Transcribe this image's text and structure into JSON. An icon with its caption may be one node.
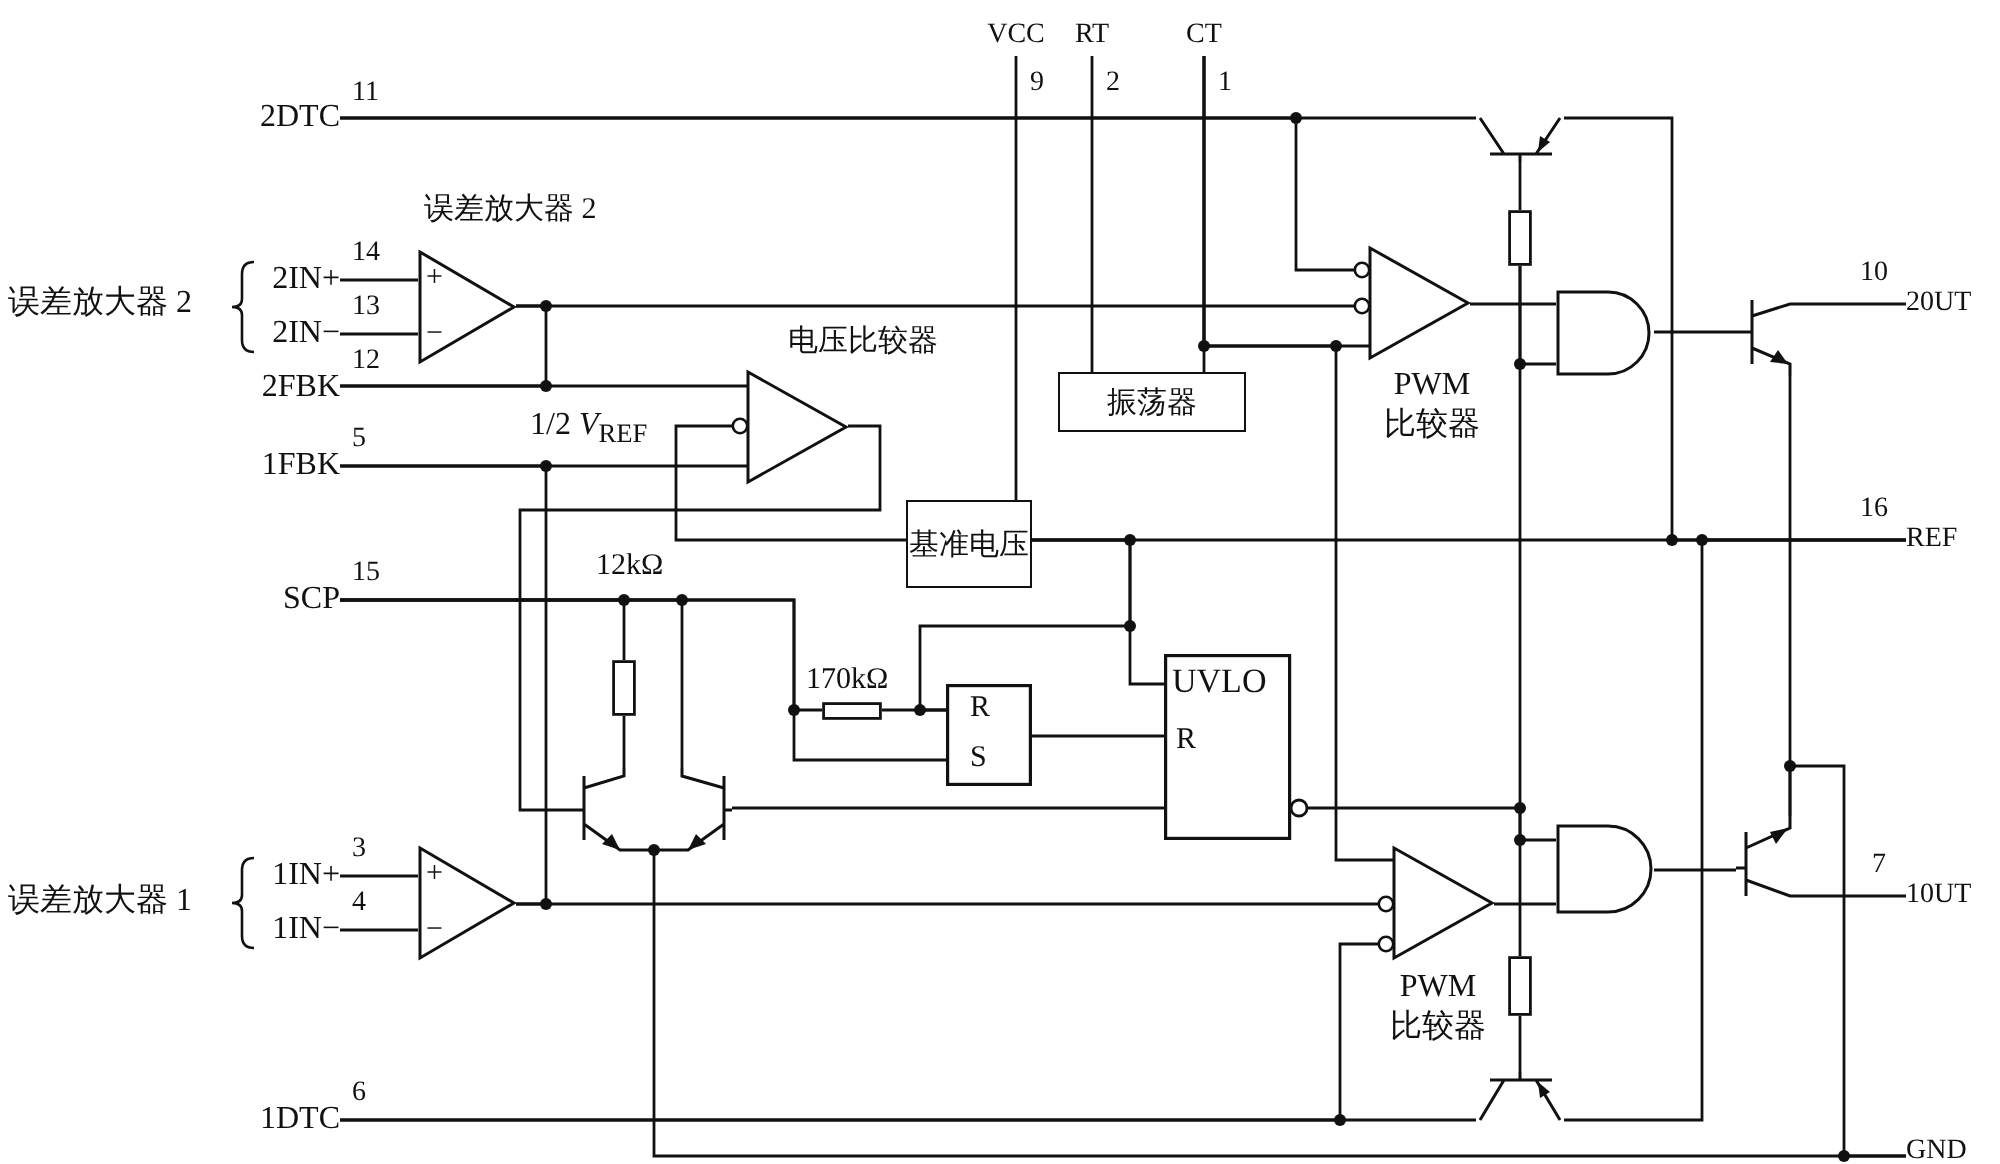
{
  "diagram": {
    "nodes": [
      {
        "text": [
          "2DTC"
        ],
        "beside": [
          "11"
        ]
      },
      {
        "text": [
          "VCC"
        ],
        "beside": [
          "9"
        ]
      },
      {
        "text": [
          "RT"
        ],
        "beside": [
          "2"
        ]
      },
      {
        "text": [
          "CT"
        ],
        "beside": [
          "1"
        ]
      },
      {
        "text": [
          "+",
          "−"
        ],
        "beside": [
          "误差放大器 2"
        ]
      },
      {
        "text": [
          "2IN+"
        ],
        "beside": [
          "14"
        ]
      },
      {
        "text": [
          "2IN−"
        ],
        "beside": [
          "13"
        ]
      },
      {
        "text": [
          "2FBK"
        ],
        "beside": [
          "12"
        ]
      },
      {
        "text": [
          "1FBK"
        ],
        "beside": [
          "5"
        ]
      },
      {
        "text": [],
        "shape": "triangle",
        "beside": [
          "电压比较器"
        ]
      },
      {
        "text": [
          "振荡器"
        ]
      },
      {
        "text": [],
        "shape": "triangle",
        "beside": [
          "PWM 比较器"
        ]
      },
      {
        "text": [],
        "shape": "gate"
      },
      {
        "text": [],
        "shape": "transistor"
      },
      {
        "text": [],
        "shape": "resistor"
      },
      {
        "text": [],
        "shape": "transistor"
      },
      {
        "text": [
          "20UT"
        ],
        "beside": [
          "10"
        ]
      },
      {
        "text": [
          "基准电压"
        ]
      },
      {
        "text": [
          "REF"
        ],
        "beside": [
          "16"
        ]
      },
      {
        "text": [
          "SCP"
        ],
        "beside": [
          "15"
        ]
      },
      {
        "text": [],
        "shape": "resistor",
        "beside": [
          "12kΩ"
        ]
      },
      {
        "text": [],
        "shape": "resistor",
        "beside": [
          "170kΩ"
        ]
      },
      {
        "text": [
          "R",
          "S"
        ]
      },
      {
        "text": [
          "UVLO",
          "R"
        ]
      },
      {
        "text": [],
        "shape": "transistor"
      },
      {
        "text": [],
        "shape": "transistor"
      },
      {
        "text": [
          "+",
          "−"
        ]
      },
      {
        "text": [
          "1IN+"
        ],
        "beside": [
          "3"
        ]
      },
      {
        "text": [
          "1IN−"
        ],
        "beside": [
          "4"
        ]
      },
      {
        "text": [],
        "shape": "triangle",
        "beside": [
          "PWM 比较器"
        ]
      },
      {
        "text": [],
        "shape": "gate"
      },
      {
        "text": [],
        "shape": "transistor"
      },
      {
        "text": [
          "10UT"
        ],
        "beside": [
          "7"
        ]
      },
      {
        "text": [],
        "shape": "resistor"
      },
      {
        "text": [],
        "shape": "transistor"
      },
      {
        "text": [
          "1DTC"
        ],
        "beside": [
          "6"
        ]
      },
      {
        "text": [
          "GND"
        ]
      }
    ],
    "edges": [
      {
        "from": 0,
        "to": 13,
        "arrow": "none"
      },
      {
        "from": 0,
        "to": 11,
        "arrow": "none"
      },
      {
        "from": 1,
        "to": 17,
        "arrow": "none"
      },
      {
        "from": 2,
        "to": 10,
        "arrow": "none"
      },
      {
        "from": 3,
        "to": 10,
        "arrow": "none"
      },
      {
        "from": 3,
        "to": 11,
        "arrow": "none"
      },
      {
        "from": 3,
        "to": 29,
        "arrow": "none"
      },
      {
        "from": 5,
        "to": 4,
        "arrow": "none"
      },
      {
        "from": 6,
        "to": 4,
        "arrow": "none"
      },
      {
        "from": 4,
        "to": 11,
        "arrow": "none"
      },
      {
        "from": 7,
        "to": 9,
        "arrow": "none"
      },
      {
        "from": 4,
        "to": 7,
        "arrow": "none"
      },
      {
        "from": 8,
        "to": 9,
        "arrow": "none"
      },
      {
        "from": 8,
        "to": 26,
        "arrow": "none"
      },
      {
        "from": 17,
        "to": 9,
        "arrow": "none"
      },
      {
        "from": 9,
        "to": 24,
        "arrow": "none"
      },
      {
        "from": 11,
        "to": 12,
        "arrow": "none"
      },
      {
        "from": 12,
        "to": 15,
        "arrow": "none"
      },
      {
        "from": 15,
        "to": 16,
        "arrow": "none"
      },
      {
        "from": 17,
        "to": 18,
        "arrow": "none"
      },
      {
        "from": 17,
        "to": 23,
        "arrow": "none"
      },
      {
        "from": 17,
        "to": 22,
        "arrow": "none"
      },
      {
        "from": 21,
        "to": 22,
        "arrow": "none"
      },
      {
        "from": 19,
        "to": 21,
        "arrow": "none"
      },
      {
        "from": 19,
        "to": 22,
        "arrow": "none"
      },
      {
        "from": 19,
        "to": 20,
        "arrow": "none"
      },
      {
        "from": 20,
        "to": 24,
        "arrow": "none"
      },
      {
        "from": 19,
        "to": 25,
        "arrow": "none"
      },
      {
        "from": 24,
        "to": 36,
        "arrow": "none"
      },
      {
        "from": 25,
        "to": 23,
        "arrow": "none"
      },
      {
        "from": 22,
        "to": 23,
        "arrow": "none"
      },
      {
        "from": 13,
        "to": 14,
        "arrow": "none"
      },
      {
        "from": 14,
        "to": 12,
        "arrow": "none"
      },
      {
        "from": 23,
        "to": 30,
        "arrow": "none"
      },
      {
        "from": 14,
        "to": 33,
        "arrow": "none"
      },
      {
        "from": 33,
        "to": 34,
        "arrow": "none"
      },
      {
        "from": 27,
        "to": 26,
        "arrow": "none"
      },
      {
        "from": 28,
        "to": 26,
        "arrow": "none"
      },
      {
        "from": 26,
        "to": 29,
        "arrow": "none"
      },
      {
        "from": 29,
        "to": 30,
        "arrow": "none"
      },
      {
        "from": 30,
        "to": 31,
        "arrow": "none"
      },
      {
        "from": 31,
        "to": 32,
        "arrow": "none"
      },
      {
        "from": 15,
        "to": 31,
        "arrow": "none"
      },
      {
        "from": 31,
        "to": 36,
        "arrow": "none"
      },
      {
        "from": 34,
        "to": 35,
        "arrow": "none"
      },
      {
        "from": 35,
        "to": 29,
        "arrow": "none"
      },
      {
        "from": 13,
        "to": 18,
        "arrow": "none"
      },
      {
        "from": 34,
        "to": 18,
        "arrow": "none"
      }
    ],
    "labels": [
      "误差放大器 2",
      "1/2 *V*$_{REF}$",
      "误差放大器 1"
    ]
  }
}
